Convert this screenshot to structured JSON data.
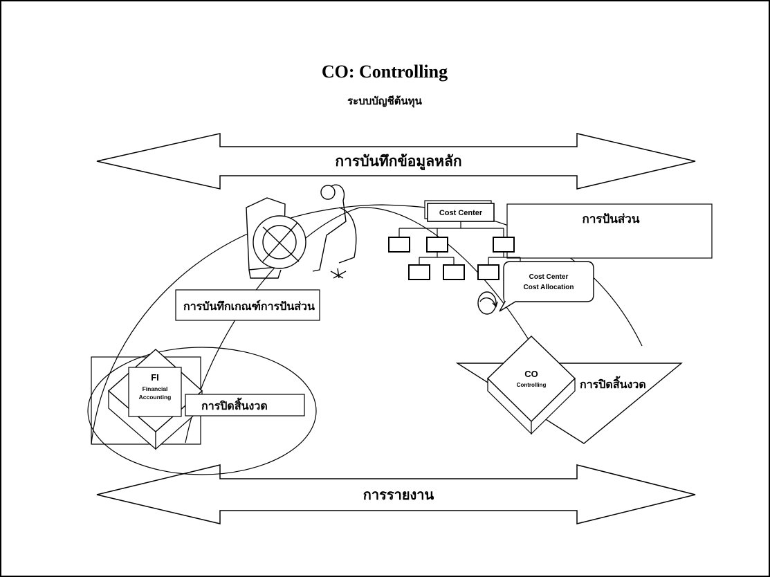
{
  "title": "CO: Controlling",
  "subtitle": "ระบบบัญชีต้นทุน",
  "arrows": {
    "top": "การบันทึกข้อมูลหลัก",
    "bottom": "การรายงาน"
  },
  "boxes": {
    "allocation": "การปันส่วน",
    "allocation_rule": "การบันทึกเกณฑ์การปันส่วน",
    "period_close_left": "การปิดสิ้นงวด",
    "period_close_right": "การปิดสิ้นงวด"
  },
  "org_chart": {
    "root": "Cost Center"
  },
  "callout": {
    "line1": "Cost Center",
    "line2": "Cost Allocation"
  },
  "modules": {
    "fi": {
      "code": "FI",
      "line1": "Financial",
      "line2": "Accounting"
    },
    "co": {
      "code": "CO",
      "line1": "Controlling"
    }
  }
}
